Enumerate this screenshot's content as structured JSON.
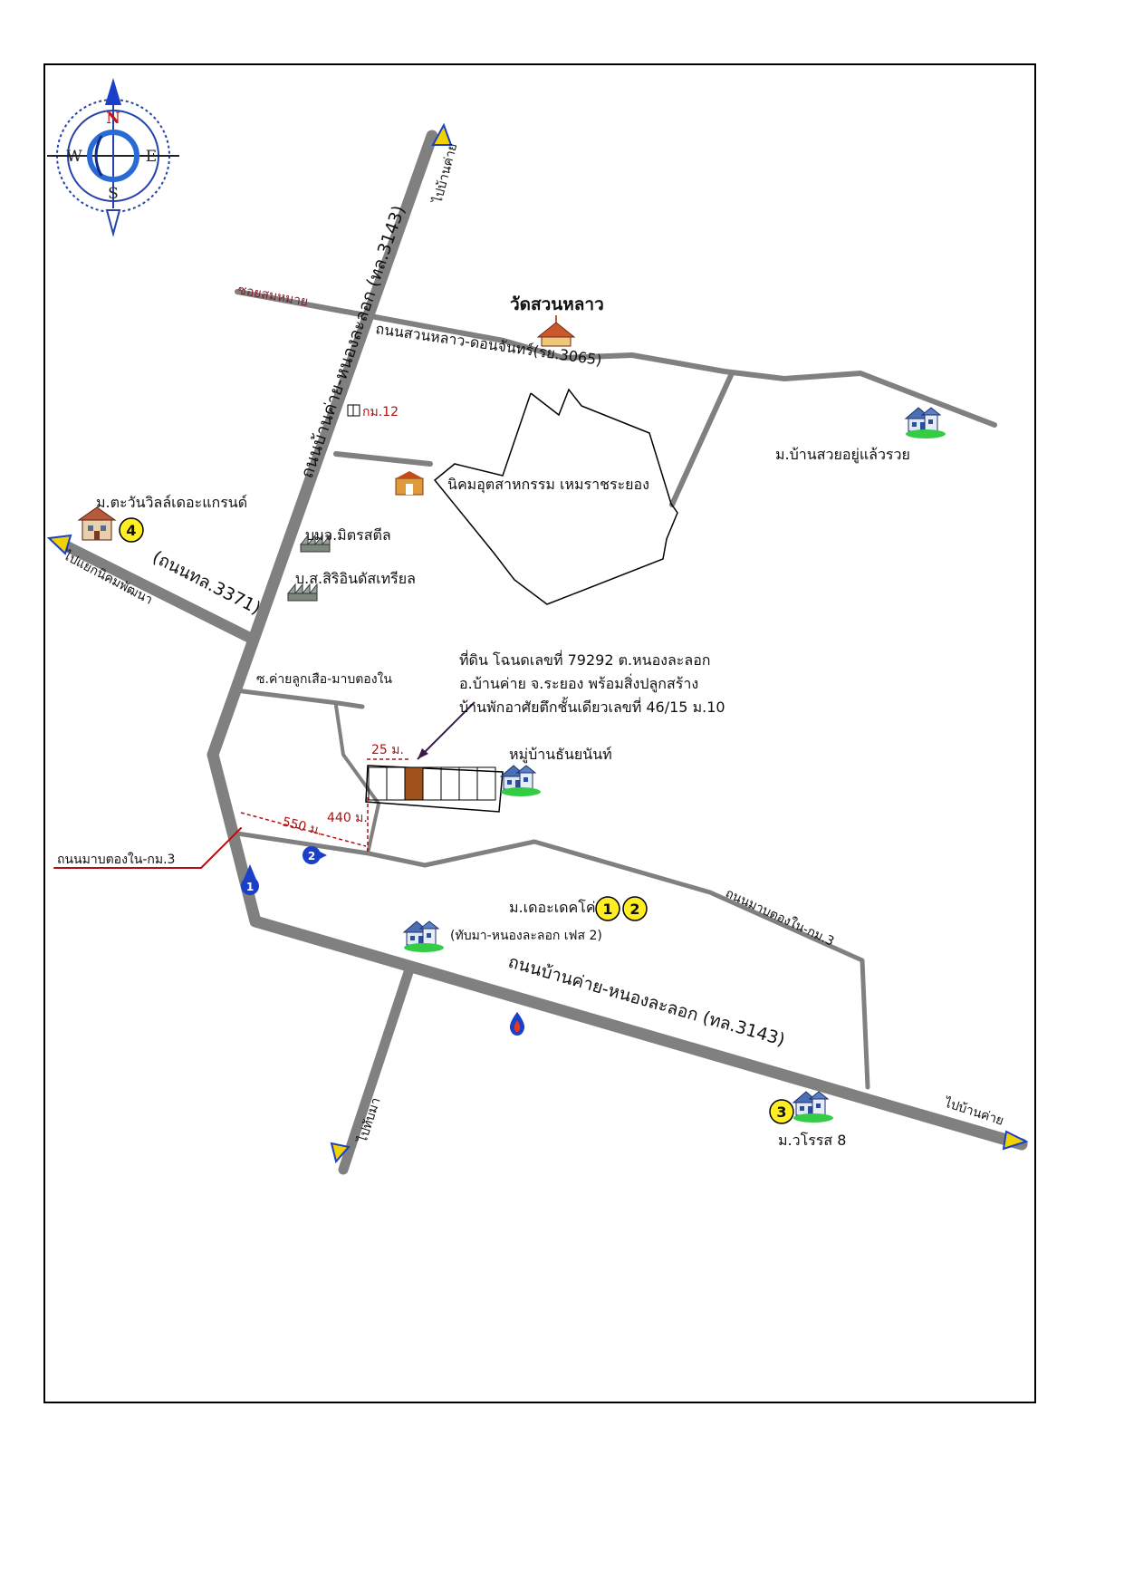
{
  "compass": {
    "n": "N",
    "s": "S",
    "e": "E",
    "w": "W"
  },
  "roads": {
    "main_vertical": "ถนนบ้านค่าย-หนองละลอก (ทล.3143)",
    "main_lower": "ถนนบ้านค่าย-หนองละลอก (ทล.3143)",
    "suan_lao": "ถนนสวนหลาว-ดอนจันทร์(รย.3065)",
    "road_3371": "(ถนนทล.3371)",
    "soi_som_mai": "ซอยสมหมาย",
    "soi_khai": "ซ.ค่ายลูกเสือ-มาบตองใน",
    "map_tong_nai_right": "ถนนมาบตองใน-กม.3",
    "map_tong_nai_left": "ถนนมาบตองใน-กม.3"
  },
  "directions": {
    "to_ban_khai_top": "ไปบ้านค่าย",
    "to_ban_khai_bottom": "ไปบ้านค่าย",
    "to_nikhom": "ไปแยกนิคมพัฒนา",
    "to_thap_ma": "ไปทับมา"
  },
  "places": {
    "wat": "วัดสวนหลาว",
    "km12": "กม.12",
    "industrial": "นิคมอุตสาหกรรม เหมราชระยอง",
    "mitr_steel": "บมจ.มิตรสตีล",
    "siri_industrial": "บ.ส.สิริอินดัสเทรียล",
    "ban_sai": "ม.บ้านสวยอยู่แล้วรวย",
    "tawan_villa": "ม.ตะวันวิลล์เดอะแกรนด์",
    "thanyanan": "หมู่บ้านธันยนันท์",
    "the_deco": "ม.เดอะเดคโค่",
    "the_deco_sub": "(ทับมา-หนองละลอก เฟส 2)",
    "worarot": "ม.วโรรส 8"
  },
  "badges": {
    "b1": "1",
    "b2": "2",
    "b3": "3",
    "b4": "4"
  },
  "markers": {
    "m1": "1",
    "m2": "2"
  },
  "property": {
    "line1": "ที่ดิน โฉนดเลขที่ 79292 ต.หนองละลอก",
    "line2": "อ.บ้านค่าย จ.ระยอง พร้อมสิ่งปลูกสร้าง",
    "line3": "บ้านพักอาศัยตึกชั้นเดียวเลขที่ 46/15 ม.10"
  },
  "dims": {
    "width": "25 ม.",
    "depth": "440 ม.",
    "distance": "550 ม."
  },
  "colors": {
    "road": "#808080",
    "accent_red": "#b01010",
    "badge_yellow": "#ffee22",
    "marker_blue": "#1a3fc8",
    "arrow_yellow": "#f2d100"
  }
}
